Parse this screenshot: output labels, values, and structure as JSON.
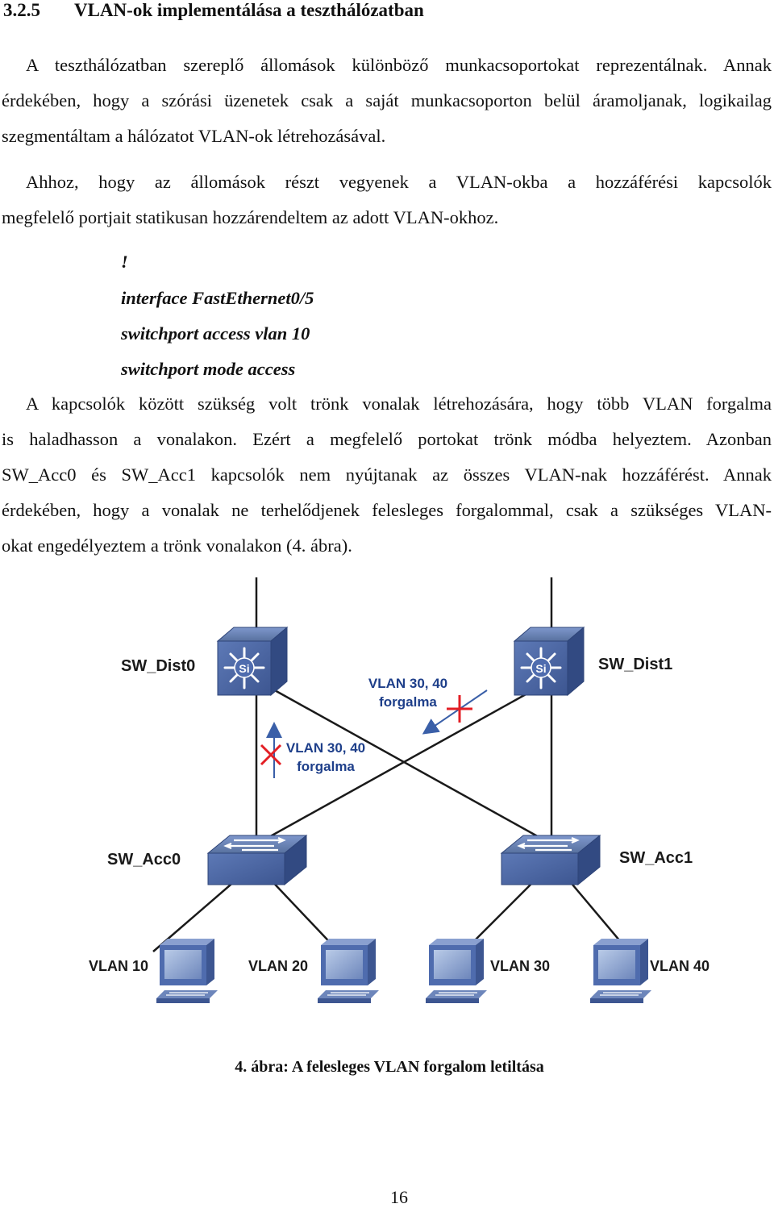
{
  "section": {
    "number": "3.2.5",
    "title": "VLAN-ok implementálása a teszthálózatban"
  },
  "paragraph1": [
    "A teszthálózatban szereplő állomások különböző munkacsoportokat reprezentálnak. Annak",
    "érdekében, hogy a szórási üzenetek csak a saját munkacsoporton belül áramoljanak, logikailag",
    "szegmentáltam a hálózatot VLAN-ok létrehozásával."
  ],
  "paragraph2": [
    "Ahhoz, hogy az állomások részt vegyenek a VLAN-okba a hozzáférési kapcsolók",
    "megfelelő portjait statikusan hozzárendeltem az adott VLAN-okhoz."
  ],
  "config": [
    "!",
    "interface FastEthernet0/5",
    "switchport access vlan 10",
    "switchport mode access"
  ],
  "paragraph3": [
    "A kapcsolók között szükség volt trönk vonalak létrehozására, hogy több VLAN forgalma",
    "is haladhasson a vonalakon. Ezért a megfelelő portokat trönk módba helyeztem. Azonban",
    "SW_Acc0 és SW_Acc1 kapcsolók nem nyújtanak az összes VLAN-nak hozzáférést. Annak",
    "érdekében, hogy a vonalak ne terhelődjenek felesleges forgalommal, csak a szükséges VLAN-",
    "okat engedélyeztem a trönk vonalakon (4. ábra)."
  ],
  "diagram": {
    "dist_switches": [
      {
        "label": "SW_Dist0",
        "chip": "Si"
      },
      {
        "label": "SW_Dist1",
        "chip": "Si"
      }
    ],
    "acc_switches": [
      {
        "label": "SW_Acc0"
      },
      {
        "label": "SW_Acc1"
      }
    ],
    "hosts": [
      "VLAN 10",
      "VLAN 20",
      "VLAN 30",
      "VLAN 40"
    ],
    "annotations": [
      {
        "line1": "VLAN 30, 40",
        "line2": "forgalma"
      },
      {
        "line1": "VLAN 30, 40",
        "line2": "forgalma"
      }
    ],
    "colors": {
      "line": "#1a1a1a",
      "switch_blue": "#4f6cae",
      "arrow": "#3a5fa8",
      "cross": "#e31e24",
      "label": "#1e3f8a"
    }
  },
  "caption": "4. ábra: A felesleges VLAN forgalom letiltása",
  "page_number": "16"
}
